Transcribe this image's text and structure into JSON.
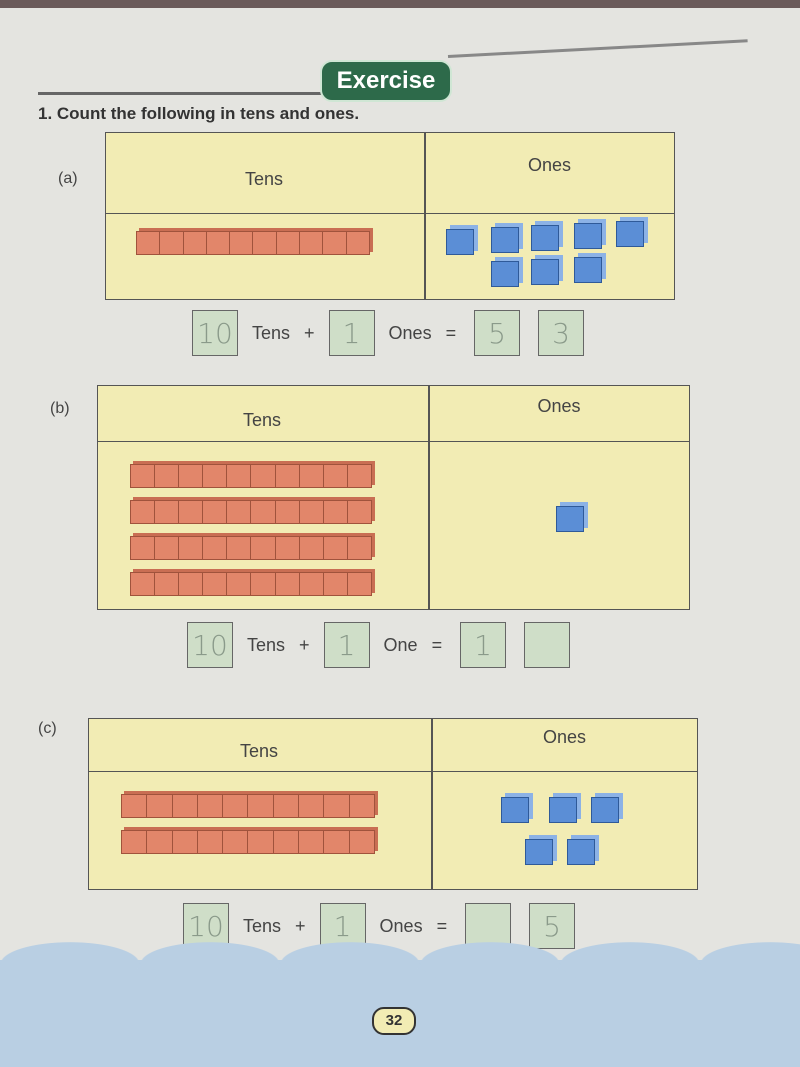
{
  "header": {
    "title": "Exercise"
  },
  "question": "1. Count the following in tens and ones.",
  "parts": [
    {
      "label": "(a)",
      "tens_header": "Tens",
      "ones_header": "Ones",
      "rods": 1,
      "cubes": 8,
      "answer": {
        "tens_box": "10",
        "tens_label": "Tens",
        "plus": "+",
        "ones_box": "1",
        "ones_label": "Ones",
        "equals": "=",
        "result_tens": "5",
        "result_ones": "3"
      }
    },
    {
      "label": "(b)",
      "tens_header": "Tens",
      "ones_header": "Ones",
      "rods": 4,
      "cubes": 1,
      "answer": {
        "tens_box": "10",
        "tens_label": "Tens",
        "plus": "+",
        "ones_box": "1",
        "ones_label": "One",
        "equals": "=",
        "result_tens": "1",
        "result_ones": ""
      }
    },
    {
      "label": "(c)",
      "tens_header": "Tens",
      "ones_header": "Ones",
      "rods": 2,
      "cubes": 5,
      "answer": {
        "tens_box": "10",
        "tens_label": "Tens",
        "plus": "+",
        "ones_box": "1",
        "ones_label": "Ones",
        "equals": "=",
        "result_tens": "",
        "result_ones": "5"
      }
    }
  ],
  "page_number": "32",
  "colors": {
    "table": "#f2ecb4",
    "rod": "#e2866a",
    "cube": "#5b8ed6",
    "badge": "#2d6a4a",
    "answer_box": "#cfdec8"
  }
}
